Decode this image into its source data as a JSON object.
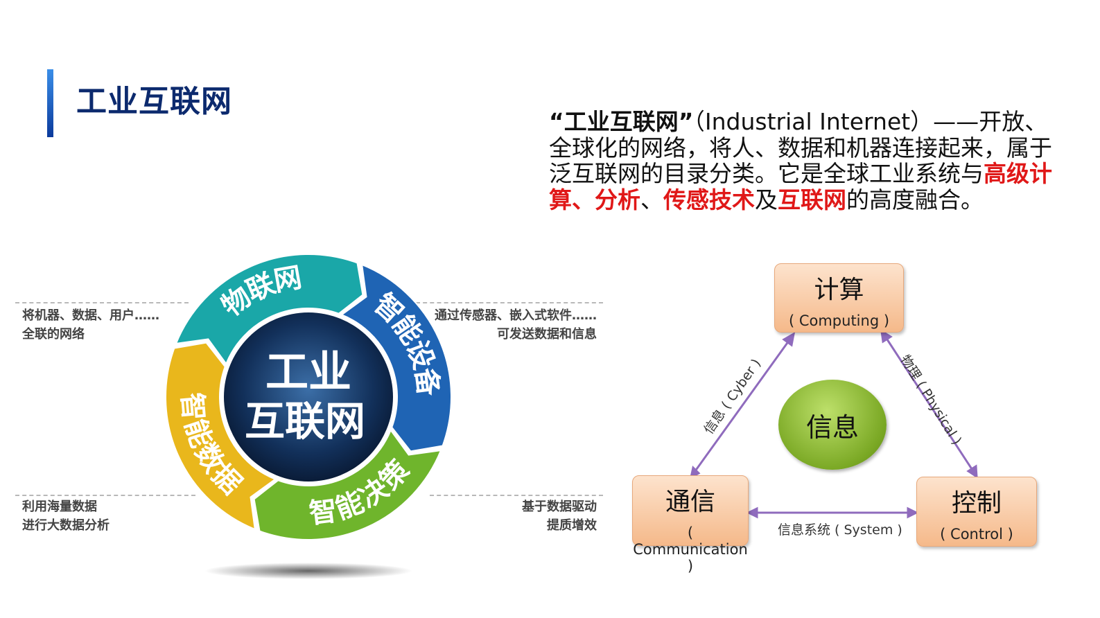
{
  "header": {
    "title": "工业互联网"
  },
  "description": {
    "quote": "“工业互联网”",
    "english": "（Industrial Internet）——",
    "part1": "开放、全球化的网络，将人、数据和机器连接起来，属于泛互联网的目录分类。它是全球工业系统与",
    "hl1": "高级计算、分析",
    "sep1": "、",
    "hl2": "传感技术",
    "sep2": "及",
    "hl3": "互联网",
    "part2": "的高度融合。"
  },
  "cycle": {
    "center": [
      "工业",
      "互联网"
    ],
    "segments": [
      "物联网",
      "智能设备",
      "智能决策",
      "智能数据"
    ],
    "colors": {
      "teal": "#1aa7a8",
      "blue": "#1f64b4",
      "green": "#6fb52c",
      "yellow": "#e9b71c"
    },
    "notes": {
      "top_left": [
        "将机器、数据、用户……",
        "全联的网络"
      ],
      "top_right": [
        "通过传感器、嵌入式软件……",
        "可发送数据和信息"
      ],
      "bottom_left": [
        "利用海量数据",
        "进行大数据分析"
      ],
      "bottom_right": [
        "基于数据驱动",
        "提质增效"
      ]
    }
  },
  "cps": {
    "computing": {
      "main": "计算",
      "sub": "( Computing )"
    },
    "communication": {
      "main": "通信",
      "sub": "( Communication )"
    },
    "control": {
      "main": "控制",
      "sub": "( Control )"
    },
    "center": "信息",
    "edge_cyber": "信息 ( Cyber )",
    "edge_physical": "物理 ( Physical )",
    "edge_system": "信息系统 ( System )",
    "arrow_color": "#8f6bbd"
  }
}
